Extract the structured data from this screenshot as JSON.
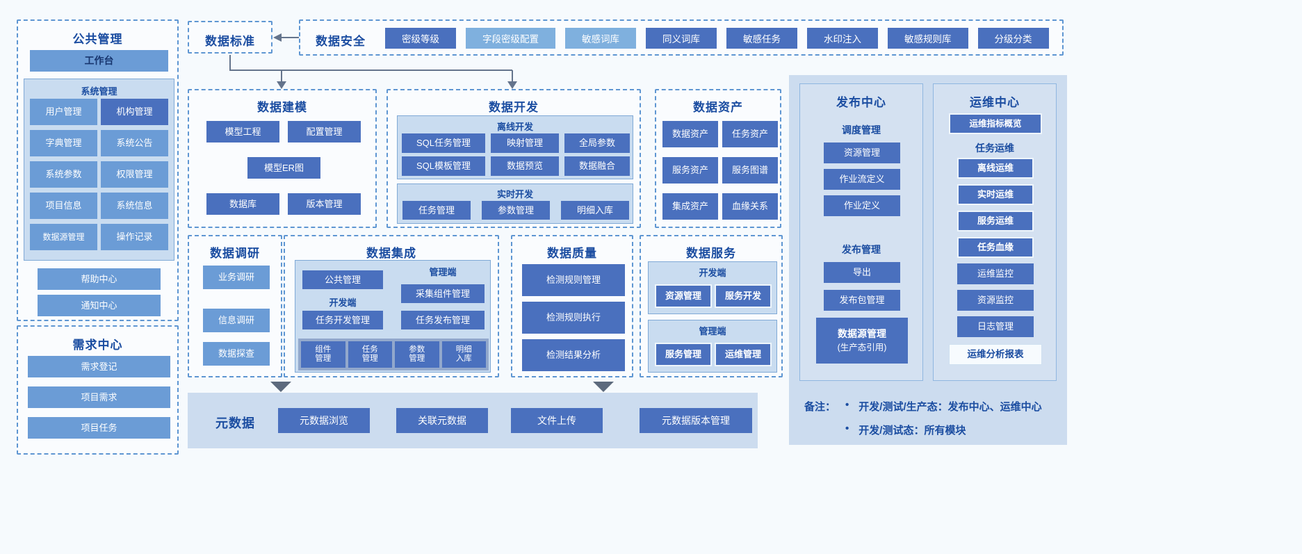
{
  "colors": {
    "page_bg": "#f6fafd",
    "panel_bg": "#ccdcef",
    "subbox_bg": "#c9dcf0",
    "dashed_border": "#5e96d2",
    "btn_medium": "#6b9cd6",
    "btn_dark": "#4a70be",
    "btn_light": "#7fb0de",
    "title_text": "#1b4da1",
    "arrow": "#64748c",
    "strip_bg": "#92a8cc"
  },
  "public_mgmt": {
    "title": "公共管理",
    "workbench": "工作台",
    "system_mgmt": {
      "title": "系统管理",
      "items": [
        "用户管理",
        "机构管理",
        "字典管理",
        "系统公告",
        "系统参数",
        "权限管理",
        "项目信息",
        "系统信息",
        "数据源管理",
        "操作记录"
      ]
    },
    "help_center": "帮助中心",
    "notify_center": "通知中心"
  },
  "demand_center": {
    "title": "需求中心",
    "items": [
      "需求登记",
      "项目需求",
      "项目任务"
    ]
  },
  "data_standard": {
    "title": "数据标准"
  },
  "data_security": {
    "title": "数据安全",
    "items": [
      "密级等级",
      "字段密级配置",
      "敏感词库",
      "同义词库",
      "敏感任务",
      "水印注入",
      "敏感规则库",
      "分级分类"
    ]
  },
  "data_modeling": {
    "title": "数据建模",
    "items": [
      "模型工程",
      "配置管理",
      "模型ER图",
      "数据库",
      "版本管理"
    ]
  },
  "data_dev": {
    "title": "数据开发",
    "offline": {
      "title": "离线开发",
      "items": [
        "SQL任务管理",
        "映射管理",
        "全局参数",
        "SQL模板管理",
        "数据预览",
        "数据融合"
      ]
    },
    "realtime": {
      "title": "实时开发",
      "items": [
        "任务管理",
        "参数管理",
        "明细入库"
      ]
    }
  },
  "data_asset": {
    "title": "数据资产",
    "items": [
      "数据资产",
      "任务资产",
      "服务资产",
      "服务图谱",
      "集成资产",
      "血缘关系"
    ]
  },
  "data_research": {
    "title": "数据调研",
    "items": [
      "业务调研",
      "信息调研",
      "数据探查"
    ]
  },
  "data_integration": {
    "title": "数据集成",
    "public_mgmt": "公共管理",
    "mgmt_label": "管理端",
    "collector_mgmt": "采集组件管理",
    "dev_label": "开发端",
    "task_dev_mgmt": "任务开发管理",
    "task_release_mgmt": "任务发布管理",
    "strip_items": [
      "组件\n管理",
      "任务\n管理",
      "参数\n管理",
      "明细\n入库"
    ]
  },
  "data_quality": {
    "title": "数据质量",
    "items": [
      "检测规则管理",
      "检测规则执行",
      "检测结果分析"
    ]
  },
  "data_service": {
    "title": "数据服务",
    "dev": {
      "title": "开发端",
      "items": [
        "资源管理",
        "服务开发"
      ]
    },
    "mgmt": {
      "title": "管理端",
      "items": [
        "服务管理",
        "运维管理"
      ]
    }
  },
  "metadata": {
    "title": "元数据",
    "items": [
      "元数据浏览",
      "关联元数据",
      "文件上传",
      "元数据版本管理"
    ]
  },
  "release_center": {
    "title": "发布中心",
    "schedule_label": "调度管理",
    "schedule_items": [
      "资源管理",
      "作业流定义",
      "作业定义"
    ],
    "release_label": "发布管理",
    "release_items": [
      "导出",
      "发布包管理"
    ],
    "datasource_line1": "数据源管理",
    "datasource_line2": "(生产态引用)"
  },
  "ops_center": {
    "title": "运维中心",
    "overview": "运维指标概览",
    "task_ops_label": "任务运维",
    "task_ops_items": [
      "离线运维",
      "实时运维",
      "服务运维",
      "任务血缘"
    ],
    "monitor_items": [
      "运维监控",
      "资源监控",
      "日志管理"
    ],
    "report": "运维分析报表"
  },
  "notes": {
    "label": "备注：",
    "bullet": "•",
    "items": [
      "开发/测试/生产态：发布中心、运维中心",
      "开发/测试态：所有模块"
    ]
  }
}
